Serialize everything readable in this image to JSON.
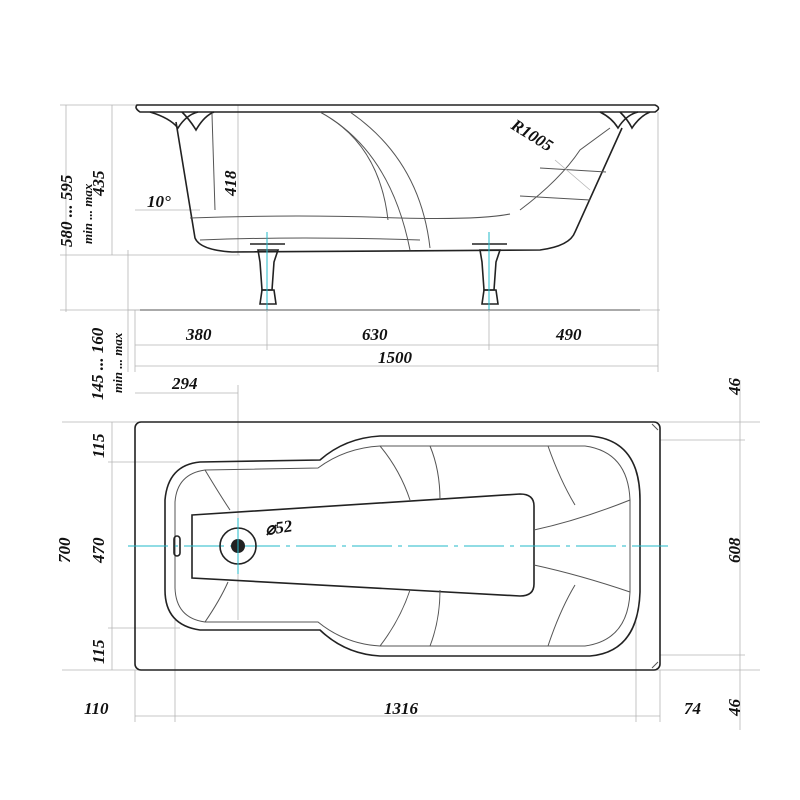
{
  "side_view": {
    "height_range": "580 ... 595",
    "height_range_note": "min ... max",
    "depth": "435",
    "wall_height": "418",
    "angle": "10°",
    "radius": "R1005",
    "leg_height_range": "145 ... 160",
    "leg_height_note": "min ... max",
    "leg_spacing": [
      "380",
      "630",
      "490"
    ],
    "overall_length": "1500"
  },
  "top_view": {
    "drain_offset": "294",
    "rim_top_right": "46",
    "rim_top": "115",
    "inner_width": "470",
    "rim_bottom": "115",
    "overall_width": "700",
    "drain_diameter": "⌀52",
    "inner_width_right": "608",
    "rim_bottom_right": "46",
    "left_offset": "110",
    "inner_length": "1316",
    "right_offset": "74"
  }
}
